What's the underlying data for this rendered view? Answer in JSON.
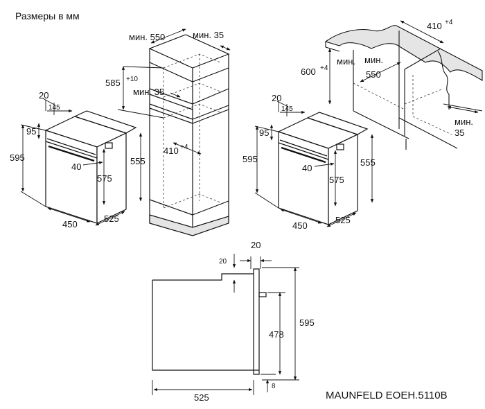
{
  "title": "Размеры в мм",
  "model": "MAUNFELD EOEH.5110B",
  "column_install": {
    "min_depth": "мин. 550",
    "min_gap": "мин. 35",
    "height": "585",
    "height_tol": "+10",
    "niche_gap": "мин. 35",
    "width": "410",
    "width_tol": "+4"
  },
  "oven_left": {
    "top_depth": "20",
    "panel_depth": "145",
    "top_h": "95",
    "height": "595",
    "handle": "40",
    "body_h": "555",
    "inner_h": "575",
    "width": "450",
    "depth": "525"
  },
  "oven_right": {
    "top_depth": "20",
    "panel_depth": "145",
    "top_h": "95",
    "height": "595",
    "handle": "40",
    "body_h": "555",
    "inner_h": "575",
    "width": "450",
    "depth": "525"
  },
  "under_counter": {
    "width": "410",
    "width_tol": "+4",
    "min_label": "мин.",
    "min_height": "600",
    "min_height_tol": "+4",
    "depth_label": "мин.",
    "depth": "550",
    "gap_label": "мин.",
    "gap": "35"
  },
  "side_view": {
    "top_offset": "20",
    "panel": "20",
    "height": "595",
    "door_h": "478",
    "foot": "8",
    "depth": "525"
  }
}
